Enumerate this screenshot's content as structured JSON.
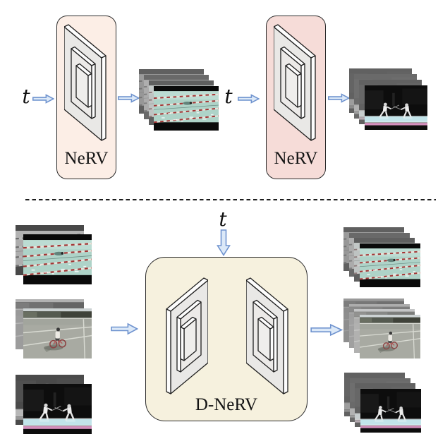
{
  "figure": {
    "top_left": {
      "input_label": "t",
      "block_label": "NeRV",
      "block_fill": "#fceee6",
      "output_stack_video": "swimming-pool"
    },
    "top_right": {
      "input_label": "t",
      "block_label": "NeRV",
      "block_fill": "#f6dcd8",
      "output_stack_video": "fencing-match"
    },
    "bottom": {
      "input_label": "t",
      "block_label": "D-NeRV",
      "block_fill": "#f6f1de",
      "input_stack_videos": [
        "swimming-pool",
        "kid-on-bicycle",
        "fencing-match"
      ],
      "output_stack_videos": [
        "swimming-pool",
        "kid-on-bicycle",
        "fencing-match"
      ]
    },
    "colors": {
      "background": "#ffffff",
      "arrow_fill": "#dce9f8",
      "arrow_stroke": "#6f93cf",
      "block_border": "#2b2b2b",
      "divider": "#1c1c1c"
    }
  }
}
